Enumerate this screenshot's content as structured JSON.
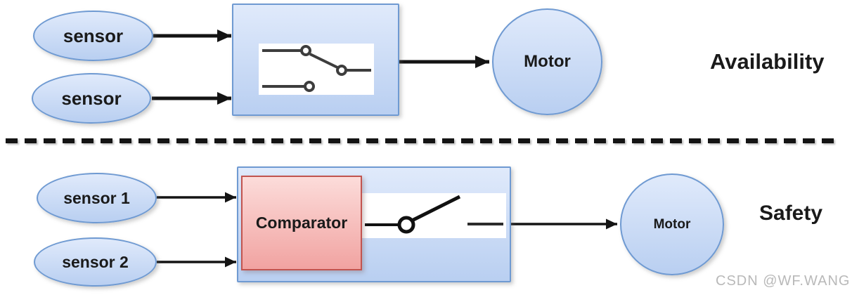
{
  "availability": {
    "title": "Availability",
    "sensor1_label": "sensor",
    "sensor2_label": "sensor",
    "motor_label": "Motor",
    "switch_icon": "selector-switch-icon"
  },
  "safety": {
    "title": "Safety",
    "sensor1_label": "sensor 1",
    "sensor2_label": "sensor 2",
    "comparator_label": "Comparator",
    "motor_label": "Motor",
    "switch_icon": "open-switch-icon"
  },
  "watermark": "CSDN @WF.WANG",
  "colors": {
    "shape_blue_top": "#e0eafb",
    "shape_blue_bottom": "#b9cff1",
    "shape_blue_border": "#6f9ad2",
    "comparator_top": "#fcdcda",
    "comparator_bottom": "#f1a3a1",
    "comparator_border": "#c2544f",
    "line_black": "#141414",
    "switch_gray": "#3d3d3d",
    "text_black": "#1a1a1a",
    "watermark_gray": "#b9b9b9"
  }
}
